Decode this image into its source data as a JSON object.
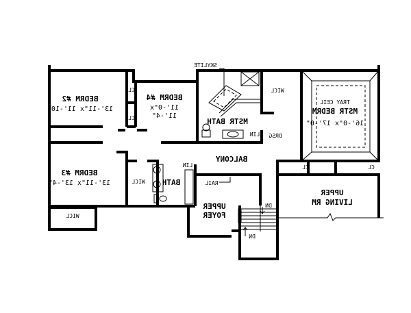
{
  "plan": {
    "mirrored": true,
    "rooms": {
      "bedroom2": {
        "name": "BEDRM #2",
        "size": "13'-11\"x 11'-10\""
      },
      "bedroom4": {
        "name": "BEDRM #4",
        "size_line1": "11'-0\"x",
        "size_line2": "11'-4\""
      },
      "bedroom3": {
        "name": "BEDRM #3",
        "size": "13'-11\"x 13'-4\""
      },
      "master_bedroom": {
        "name": "MSTR BEDRM",
        "size": "16'-0\"x 17'-0\"",
        "ceiling": "TRAY CEIL"
      },
      "master_bath": {
        "name": "MSTR BATH",
        "skylite": "SKYLITE"
      },
      "bath": {
        "name": "BATH"
      },
      "balcony": {
        "name": "BALCONY"
      },
      "upper_foyer": {
        "line1": "UPPER",
        "line2": "FOYER"
      },
      "upper_living": {
        "line1": "UPPER",
        "line2": "LIVING RM"
      },
      "drsg": {
        "name": "DRSG"
      }
    },
    "small_labels": {
      "cl": "CL",
      "wicl": "WICL",
      "lin": "LIN",
      "rail": "RAIL",
      "dn": "DN"
    }
  }
}
